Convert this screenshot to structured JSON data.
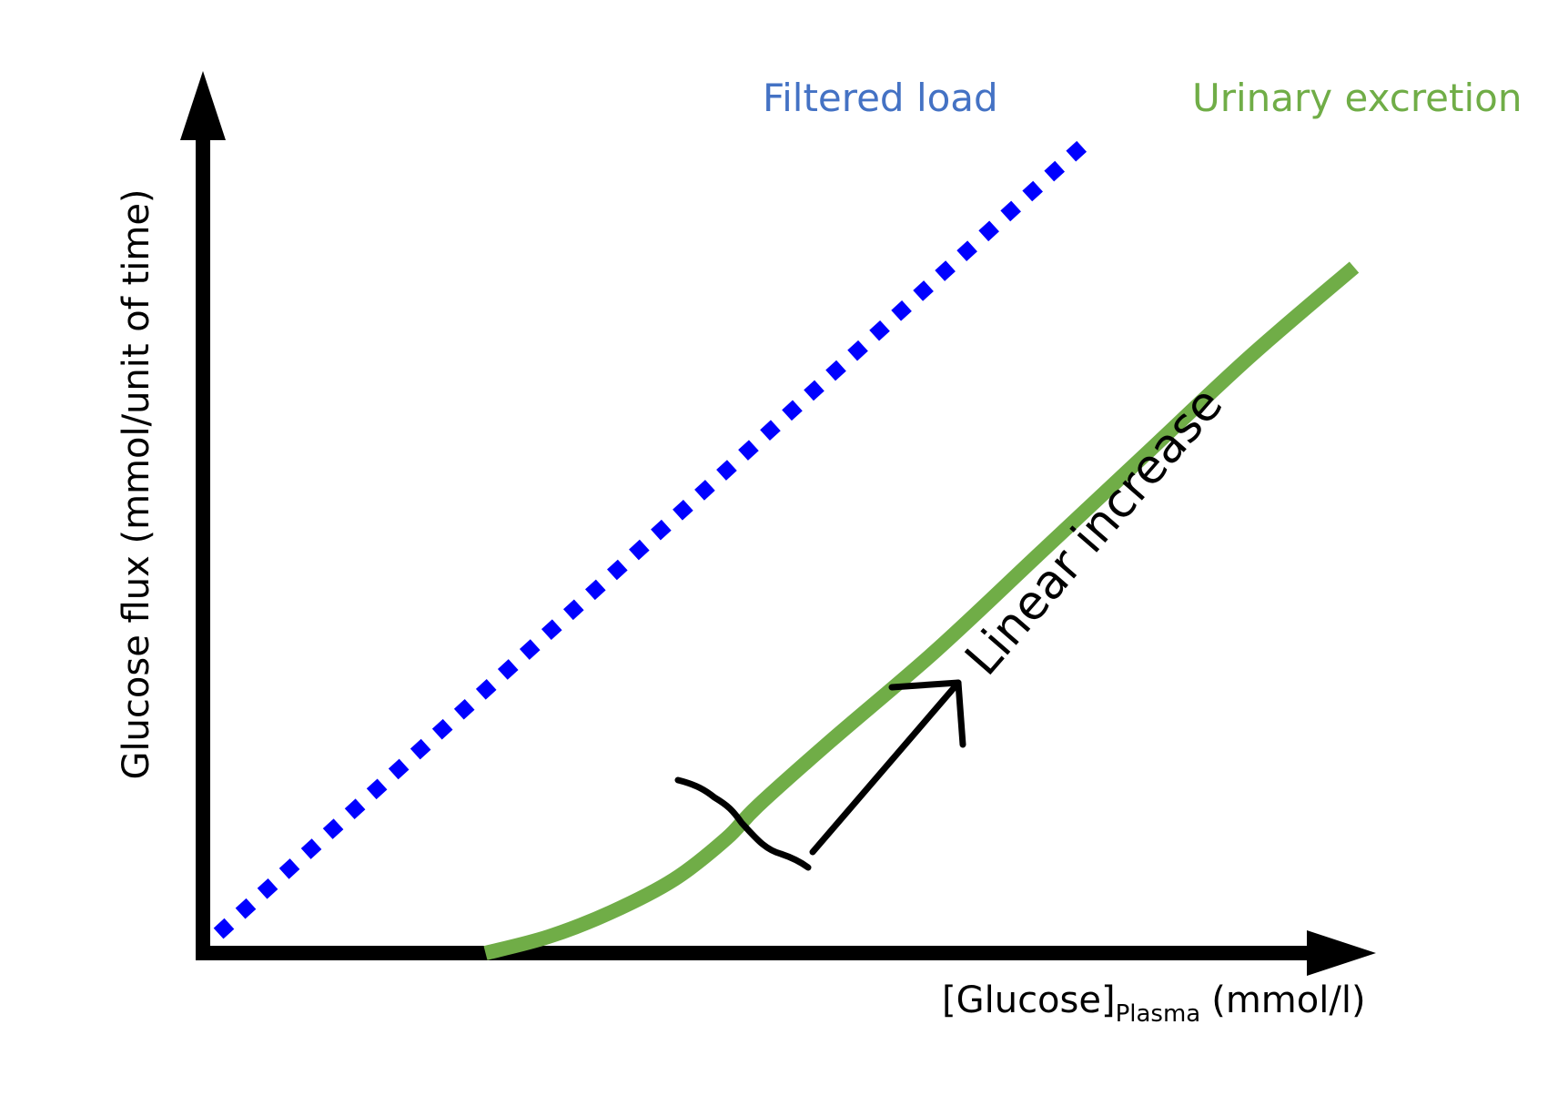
{
  "chart_data": {
    "type": "line",
    "xlabel": {
      "main": "[Glucose]",
      "subscript": "Plasma",
      "unit": "(mmol/l)"
    },
    "ylabel": "Glucose flux (mmol/unit of time)",
    "xlim": [
      0,
      1
    ],
    "ylim": [
      0,
      1
    ],
    "grid": false,
    "ticks_shown": false,
    "series": [
      {
        "name": "Filtered load",
        "color": "#0000ff",
        "label_color": "#4472c4",
        "style": "dotted",
        "x": [
          0.02,
          0.85
        ],
        "y": [
          0.03,
          1.0
        ]
      },
      {
        "name": "Urinary excretion",
        "color": "#70ad47",
        "label_color": "#70ad47",
        "style": "solid",
        "x": [
          0.27,
          0.33,
          0.39,
          0.45,
          0.5,
          0.53,
          0.6,
          0.7,
          0.8,
          0.9,
          1.0,
          1.1
        ],
        "y": [
          0.0,
          0.02,
          0.05,
          0.09,
          0.14,
          0.18,
          0.26,
          0.37,
          0.49,
          0.61,
          0.73,
          0.84
        ]
      }
    ],
    "annotation": {
      "text": "Linear increase",
      "color": "#000000"
    }
  }
}
